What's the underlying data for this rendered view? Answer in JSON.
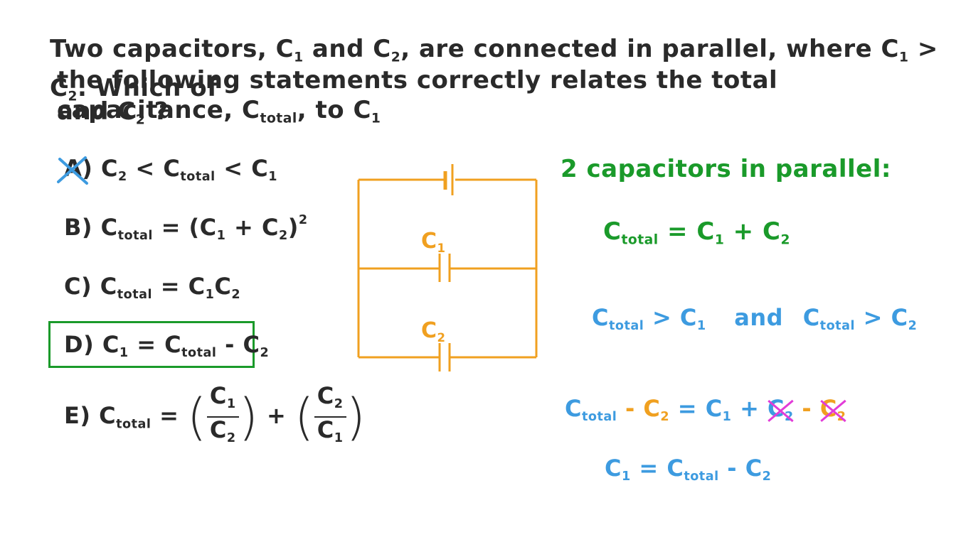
{
  "question": {
    "line1_a": "Two capacitors, C",
    "line1_s1": "1",
    "line1_b": " and C",
    "line1_s2": "2",
    "line1_c": ", are connected in parallel, where C",
    "line1_s3": "1",
    "line1_d": " > C",
    "line1_s4": "2",
    "line1_e": ". Which of",
    "line2_a": "the following statements correctly relates the total capacitance, C",
    "line2_s1": "total",
    "line2_b": ", to C",
    "line2_s2": "1",
    "line3_a": "and C",
    "line3_s1": "2",
    "line3_b": " ?"
  },
  "options": {
    "a": {
      "label": "A)",
      "p1": "C",
      "s1": "2",
      "p2": " < C",
      "s2": "total",
      "p3": " < C",
      "s3": "1"
    },
    "b": {
      "label": "B)",
      "p1": "C",
      "s1": "total",
      "p2": " = (C",
      "s2": "1",
      "p3": " + C",
      "s3": "2",
      "p4": ")",
      "sup": "2"
    },
    "c": {
      "label": "C)",
      "p1": "C",
      "s1": "total",
      "p2": " = C",
      "s2": "1",
      "p3": "C",
      "s3": "2"
    },
    "d": {
      "label": "D)",
      "p1": "C",
      "s1": "1",
      "p2": " = C",
      "s2": "total",
      "p3": " - C",
      "s3": "2"
    },
    "e": {
      "label": "E)",
      "p1": "C",
      "s1": "total",
      "p2": " = ",
      "n1": "C",
      "n1s": "1",
      "d1": "C",
      "d1s": "2",
      "plus": "+",
      "n2": "C",
      "n2s": "2",
      "d2": "C",
      "d2s": "1"
    }
  },
  "circuit": {
    "c1_label": "C",
    "c1_sub": "1",
    "c2_label": "C",
    "c2_sub": "2"
  },
  "notes": {
    "heading": "2 capacitors in parallel:",
    "eq1": {
      "p1": "C",
      "s1": "total",
      "p2": " = C",
      "s2": "1",
      "p3": " + C",
      "s3": "2"
    },
    "eq2": {
      "p1": "C",
      "s1": "total",
      "p2": " > C",
      "s2": "1",
      "and": "and",
      "p3": "C",
      "s3": "total",
      "p4": " > C",
      "s4": "2"
    },
    "eq3": {
      "p1": "C",
      "s1": "total",
      "p2": " - C",
      "s2": "2",
      "p3": " = C",
      "s3": "1",
      "p4": " + ",
      "p5": "C",
      "s5": "2",
      "p6": " - ",
      "p7": "C",
      "s7": "2"
    },
    "eq4": {
      "p1": "C",
      "s1": "1",
      "p2": " = C",
      "s2": "total",
      "p3": " - C",
      "s3": "2"
    }
  },
  "colors": {
    "answer_box": "#1a9a2a",
    "green": "#1a9a2a",
    "blue": "#3d9be0",
    "orange": "#f0a020",
    "pink": "#e23cd8",
    "cross": "#3d9be0"
  }
}
